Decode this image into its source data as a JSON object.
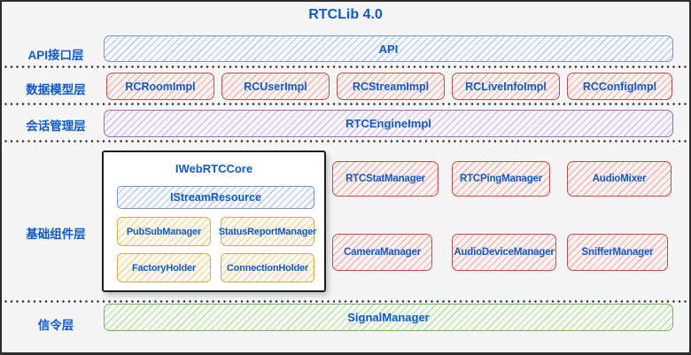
{
  "title": "RTCLib 4.0",
  "palette": {
    "bg": "#f5f5f6",
    "frame": "#2d2d2d",
    "text-blue": "#0d5bd1",
    "blue-border": "#7e95c8",
    "blue-line": "#b9c7e6",
    "blue-bg": "#f6f9fe",
    "red-border": "#bf4e4a",
    "red-line": "#eeb0ac",
    "red-bg": "#fdf3f2",
    "purple-border": "#9a6fb0",
    "purple-line": "#d3bbe0",
    "purple-bg": "#f8f4fb",
    "yellow-border": "#d2ad4a",
    "yellow-line": "#ecd79f",
    "yellow-bg": "#fdf9ec",
    "green-border": "#72b857",
    "green-line": "#bedcae",
    "green-bg": "#f4faf0",
    "core-border": "#1d1d1d",
    "core-bg": "#ffffff"
  },
  "layers": {
    "api": {
      "label": "API接口层",
      "box": "API"
    },
    "model": {
      "label": "数据模型层",
      "boxes": [
        "RCRoomImpl",
        "RCUserImpl",
        "RCStreamImpl",
        "RCLiveInfoImpl",
        "RCConfigImpl"
      ]
    },
    "session": {
      "label": "会话管理层",
      "box": "RTCEngineImpl"
    },
    "components": {
      "label": "基础组件层",
      "core": {
        "title": "IWebRTCCore",
        "interface": "IStreamResource",
        "modules": [
          "PubSubManager",
          "StatusReportManager",
          "FactoryHolder",
          "ConnectionHolder"
        ]
      },
      "managers": [
        "RTCStatManager",
        "RTCPingManager",
        "AudioMixer",
        "CameraManager",
        "AudioDeviceManager",
        "SnifferManager"
      ]
    },
    "signal": {
      "label": "信令层",
      "box": "SignalManager"
    }
  }
}
